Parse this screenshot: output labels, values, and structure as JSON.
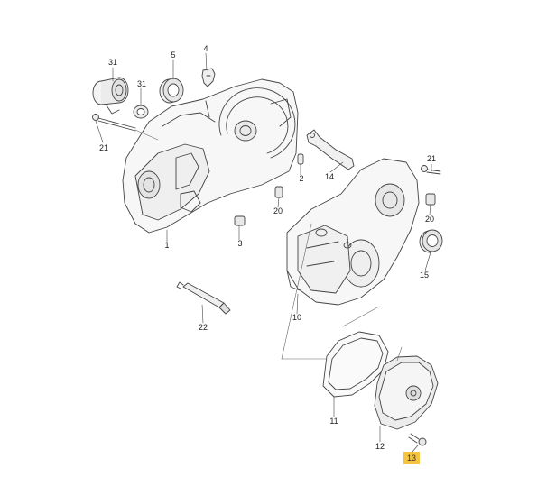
{
  "diagram": {
    "highlight_color": "#f5c542",
    "line_color": "#444444",
    "highlighted_part": "13",
    "parts": [
      {
        "id": "p31",
        "label": "31"
      },
      {
        "id": "p5",
        "label": "5"
      },
      {
        "id": "p4",
        "label": "4"
      },
      {
        "id": "p31b",
        "label": "31"
      },
      {
        "id": "p21a",
        "label": "21"
      },
      {
        "id": "p2",
        "label": "2"
      },
      {
        "id": "p14",
        "label": "14"
      },
      {
        "id": "p21b",
        "label": "21"
      },
      {
        "id": "p20a",
        "label": "20"
      },
      {
        "id": "p20b",
        "label": "20"
      },
      {
        "id": "p1",
        "label": "1"
      },
      {
        "id": "p3",
        "label": "3"
      },
      {
        "id": "p15",
        "label": "15"
      },
      {
        "id": "p22",
        "label": "22"
      },
      {
        "id": "p10",
        "label": "10"
      },
      {
        "id": "p11",
        "label": "11"
      },
      {
        "id": "p12",
        "label": "12"
      },
      {
        "id": "p13",
        "label": "13"
      }
    ]
  }
}
